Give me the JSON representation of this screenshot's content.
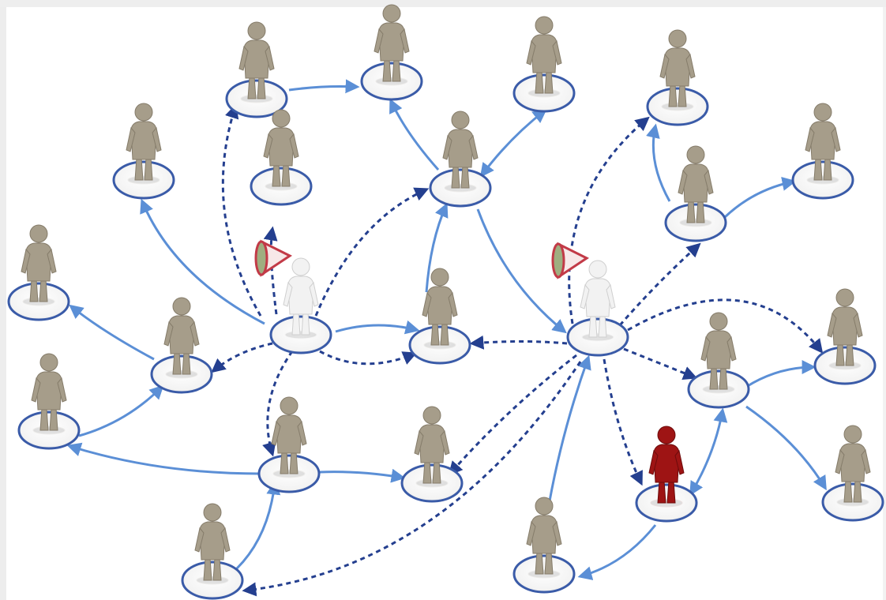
{
  "diagram": {
    "colors": {
      "solid_link": "#5b8fd6",
      "dashed_link": "#243f8f",
      "ring_stroke": "#3a5ba8",
      "person_body": "#a69d8a",
      "person_shade": "#857c6a",
      "broadcaster_body": "#f2f2f2",
      "broadcaster_shade": "#cfcfcf",
      "megaphone": "#c23a47",
      "highlight_person": "#9e1414",
      "highlight_shade": "#6d0b0b",
      "background": "#ffffff"
    },
    "node_kinds": [
      "person",
      "broadcaster",
      "highlighted-person"
    ],
    "link_styles": [
      "solid",
      "dashed"
    ]
  }
}
